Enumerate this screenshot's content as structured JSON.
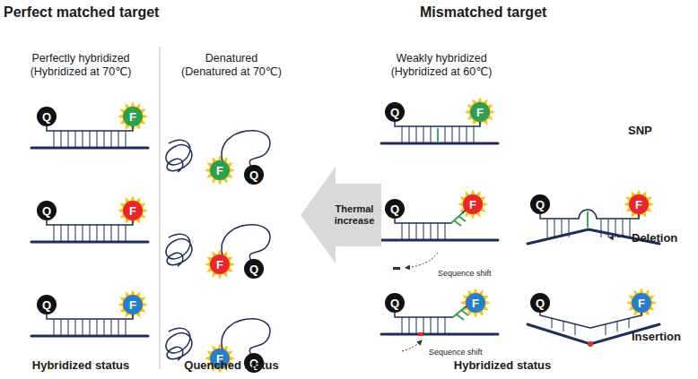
{
  "diagram": {
    "nodes": [
      {
        "text": [
          "Q"
        ]
      },
      {
        "text": [
          "F"
        ]
      },
      {
        "text": [
          "Q"
        ]
      },
      {
        "text": [
          "F"
        ]
      },
      {
        "text": [
          "Q"
        ]
      },
      {
        "text": [
          "F"
        ]
      },
      {
        "text": [
          "F"
        ]
      },
      {
        "text": [
          "Q"
        ]
      },
      {
        "text": [
          "F"
        ]
      },
      {
        "text": [
          "Q"
        ]
      },
      {
        "text": [
          "F"
        ]
      },
      {
        "text": [
          "Q"
        ]
      },
      {
        "text": [
          "Thermal increase"
        ]
      },
      {
        "text": [
          "Q"
        ]
      },
      {
        "text": [
          "F"
        ]
      },
      {
        "text": [
          "Q"
        ]
      },
      {
        "text": [
          "F"
        ]
      },
      {
        "text": [
          "Q"
        ]
      },
      {
        "text": [
          "F"
        ]
      },
      {
        "text": [
          "Q"
        ]
      },
      {
        "text": [
          "F"
        ]
      },
      {
        "text": [
          "Q"
        ]
      },
      {
        "text": [
          "F"
        ]
      }
    ],
    "edges": [],
    "labels": [
      "Perfect matched target",
      "Mismatched target",
      "Perfectly hybridized (Hybridized at 70℃)",
      "Denatured (Denatured at 70℃)",
      "Weakly hybridized (Hybridized at 60℃)",
      "SNP",
      "Sequence shift",
      "Deletion",
      "Sequence shift",
      "Insertion",
      "Hybridized status",
      "Quenched status",
      "Hybridized status"
    ]
  }
}
